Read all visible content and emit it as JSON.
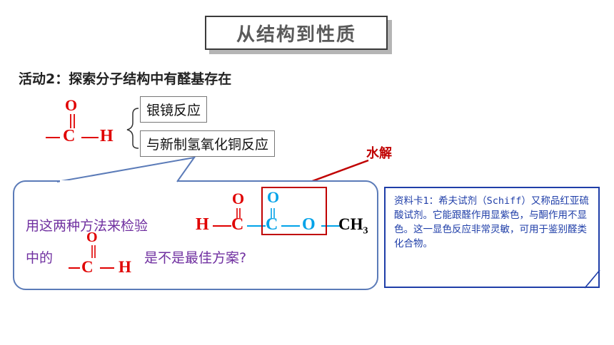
{
  "title": "从结构到性质",
  "activity": "活动2：探索分子结构中有醛基存在",
  "methods": [
    "银镜反应",
    "与新制氢氧化铜反应"
  ],
  "hydrolysis_label": "水解",
  "question": {
    "line1": "用这两种方法来检验",
    "line2_prefix": "中的",
    "line2_suffix": "是不是最佳方案?"
  },
  "aldehyde_formula": {
    "o": "O",
    "c": "C",
    "h": "H",
    "dash": "−"
  },
  "ester_formula": {
    "h": "H",
    "c": "C",
    "o": "O",
    "ch3": "CH",
    "sub": "3"
  },
  "info_card": {
    "text": "资料卡1：希夫试剂（Schiff）又称品红亚硫酸试剂。它能跟醛作用显紫色，与酮作用不显色。这一显色反应非常灵敏，可用于鉴别醛类化合物。"
  }
}
